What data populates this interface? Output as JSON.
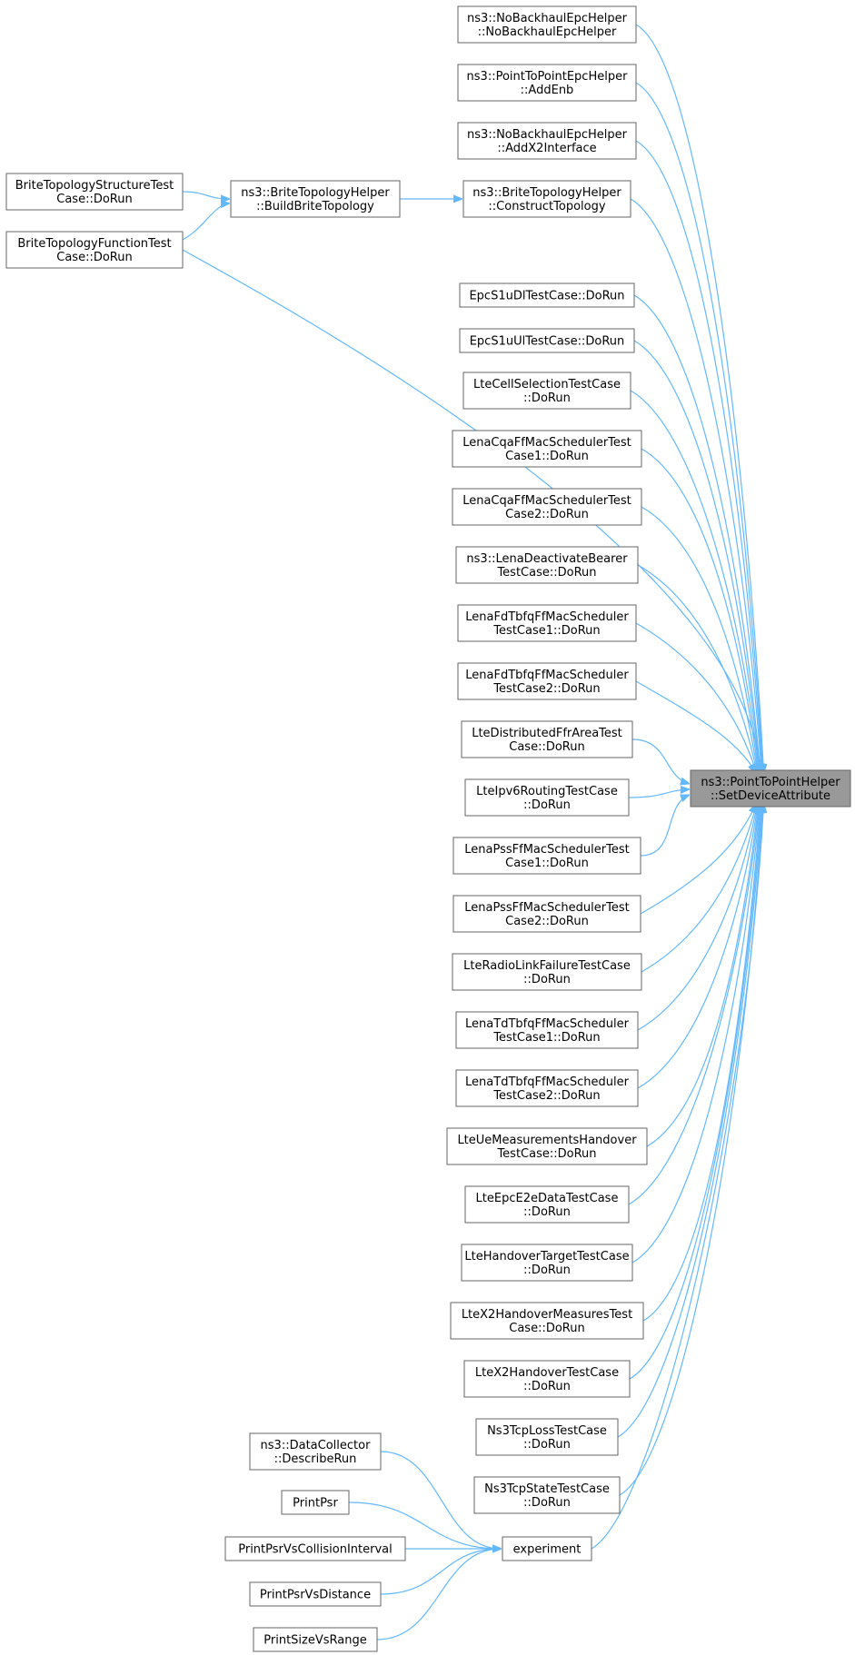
{
  "graph": {
    "target": {
      "id": "target",
      "lines": [
        "ns3::PointToPointHelper",
        "::SetDeviceAttribute"
      ]
    },
    "nodes": [
      {
        "id": "n1",
        "lines": [
          "ns3::NoBackhaulEpcHelper",
          "::NoBackhaulEpcHelper"
        ]
      },
      {
        "id": "n2",
        "lines": [
          "ns3::PointToPointEpcHelper",
          "::AddEnb"
        ]
      },
      {
        "id": "n3",
        "lines": [
          "ns3::NoBackhaulEpcHelper",
          "::AddX2Interface"
        ]
      },
      {
        "id": "n4",
        "lines": [
          "ns3::BriteTopologyHelper",
          "::ConstructTopology"
        ]
      },
      {
        "id": "n5",
        "lines": [
          "ns3::BriteTopologyHelper",
          "::BuildBriteTopology"
        ]
      },
      {
        "id": "n6",
        "lines": [
          "BriteTopologyStructureTest",
          "Case::DoRun"
        ]
      },
      {
        "id": "n7",
        "lines": [
          "BriteTopologyFunctionTest",
          "Case::DoRun"
        ]
      },
      {
        "id": "n8",
        "lines": [
          "EpcS1uDlTestCase::DoRun"
        ]
      },
      {
        "id": "n9",
        "lines": [
          "EpcS1uUlTestCase::DoRun"
        ]
      },
      {
        "id": "n10",
        "lines": [
          "LteCellSelectionTestCase",
          "::DoRun"
        ]
      },
      {
        "id": "n11",
        "lines": [
          "LenaCqaFfMacSchedulerTest",
          "Case1::DoRun"
        ]
      },
      {
        "id": "n12",
        "lines": [
          "LenaCqaFfMacSchedulerTest",
          "Case2::DoRun"
        ]
      },
      {
        "id": "n13",
        "lines": [
          "ns3::LenaDeactivateBearer",
          "TestCase::DoRun"
        ]
      },
      {
        "id": "n14",
        "lines": [
          "LenaFdTbfqFfMacScheduler",
          "TestCase1::DoRun"
        ]
      },
      {
        "id": "n15",
        "lines": [
          "LenaFdTbfqFfMacScheduler",
          "TestCase2::DoRun"
        ]
      },
      {
        "id": "n16",
        "lines": [
          "LteDistributedFfrAreaTest",
          "Case::DoRun"
        ]
      },
      {
        "id": "n17",
        "lines": [
          "LteIpv6RoutingTestCase",
          "::DoRun"
        ]
      },
      {
        "id": "n18",
        "lines": [
          "LenaPssFfMacSchedulerTest",
          "Case1::DoRun"
        ]
      },
      {
        "id": "n19",
        "lines": [
          "LenaPssFfMacSchedulerTest",
          "Case2::DoRun"
        ]
      },
      {
        "id": "n20",
        "lines": [
          "LteRadioLinkFailureTestCase",
          "::DoRun"
        ]
      },
      {
        "id": "n21",
        "lines": [
          "LenaTdTbfqFfMacScheduler",
          "TestCase1::DoRun"
        ]
      },
      {
        "id": "n22",
        "lines": [
          "LenaTdTbfqFfMacScheduler",
          "TestCase2::DoRun"
        ]
      },
      {
        "id": "n23",
        "lines": [
          "LteUeMeasurementsHandover",
          "TestCase::DoRun"
        ]
      },
      {
        "id": "n24",
        "lines": [
          "LteEpcE2eDataTestCase",
          "::DoRun"
        ]
      },
      {
        "id": "n25",
        "lines": [
          "LteHandoverTargetTestCase",
          "::DoRun"
        ]
      },
      {
        "id": "n26",
        "lines": [
          "LteX2HandoverMeasuresTest",
          "Case::DoRun"
        ]
      },
      {
        "id": "n27",
        "lines": [
          "LteX2HandoverTestCase",
          "::DoRun"
        ]
      },
      {
        "id": "n28",
        "lines": [
          "Ns3TcpLossTestCase",
          "::DoRun"
        ]
      },
      {
        "id": "n29",
        "lines": [
          "Ns3TcpStateTestCase",
          "::DoRun"
        ]
      },
      {
        "id": "n30",
        "lines": [
          "experiment"
        ]
      },
      {
        "id": "n31",
        "lines": [
          "ns3::DataCollector",
          "::DescribeRun"
        ]
      },
      {
        "id": "n32",
        "lines": [
          "PrintPsr"
        ]
      },
      {
        "id": "n33",
        "lines": [
          "PrintPsrVsCollisionInterval"
        ]
      },
      {
        "id": "n34",
        "lines": [
          "PrintPsrVsDistance"
        ]
      },
      {
        "id": "n35",
        "lines": [
          "PrintSizeVsRange"
        ]
      }
    ],
    "edges": [
      {
        "from": "n1",
        "to": "target"
      },
      {
        "from": "n2",
        "to": "target"
      },
      {
        "from": "n3",
        "to": "target"
      },
      {
        "from": "n4",
        "to": "target"
      },
      {
        "from": "n7",
        "to": "target"
      },
      {
        "from": "n8",
        "to": "target"
      },
      {
        "from": "n9",
        "to": "target"
      },
      {
        "from": "n10",
        "to": "target"
      },
      {
        "from": "n11",
        "to": "target"
      },
      {
        "from": "n12",
        "to": "target"
      },
      {
        "from": "n13",
        "to": "target"
      },
      {
        "from": "n14",
        "to": "target"
      },
      {
        "from": "n15",
        "to": "target"
      },
      {
        "from": "n16",
        "to": "target"
      },
      {
        "from": "n17",
        "to": "target"
      },
      {
        "from": "n18",
        "to": "target"
      },
      {
        "from": "n19",
        "to": "target"
      },
      {
        "from": "n20",
        "to": "target"
      },
      {
        "from": "n21",
        "to": "target"
      },
      {
        "from": "n22",
        "to": "target"
      },
      {
        "from": "n23",
        "to": "target"
      },
      {
        "from": "n24",
        "to": "target"
      },
      {
        "from": "n25",
        "to": "target"
      },
      {
        "from": "n26",
        "to": "target"
      },
      {
        "from": "n27",
        "to": "target"
      },
      {
        "from": "n28",
        "to": "target"
      },
      {
        "from": "n29",
        "to": "target"
      },
      {
        "from": "n30",
        "to": "target"
      },
      {
        "from": "n5",
        "to": "n4"
      },
      {
        "from": "n6",
        "to": "n5"
      },
      {
        "from": "n7",
        "to": "n5"
      },
      {
        "from": "n31",
        "to": "n30"
      },
      {
        "from": "n32",
        "to": "n30"
      },
      {
        "from": "n33",
        "to": "n30"
      },
      {
        "from": "n34",
        "to": "n30"
      },
      {
        "from": "n35",
        "to": "n30"
      }
    ],
    "colors": {
      "edge": "#63b8ff",
      "node_border": "#666666",
      "target_fill": "#999999"
    }
  }
}
